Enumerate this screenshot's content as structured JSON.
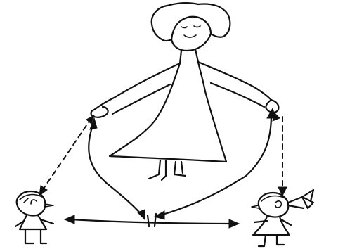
{
  "colors": {
    "background": "#ffffff",
    "ink": "#111111"
  },
  "figures": {
    "adult": {
      "icon": "woman-icon"
    },
    "left_child": {
      "icon": "boy-icon"
    },
    "right_child": {
      "icon": "girl-with-bow-icon"
    }
  },
  "arrows": {
    "adult_to_left_child": {
      "style": "dashed"
    },
    "adult_to_right_child": {
      "style": "dashed"
    },
    "child_to_child": {
      "style": "solid",
      "direction": "bidirectional"
    },
    "adult_hands_to_center": {
      "style": "solid",
      "direction": "bidirectional"
    }
  }
}
